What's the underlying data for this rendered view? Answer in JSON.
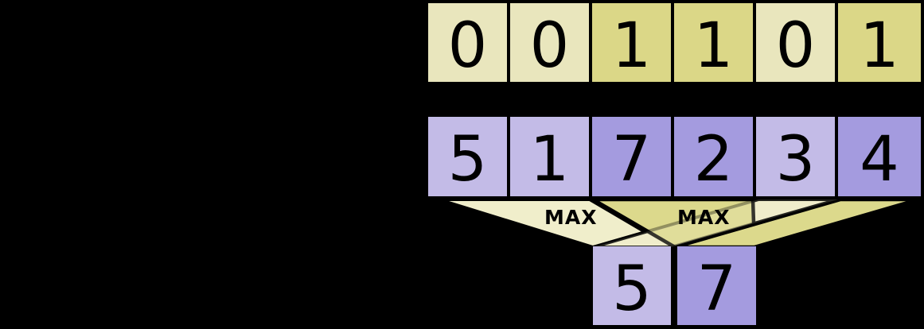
{
  "colors": {
    "background": "#000000",
    "mask_cell_off": "#e9e6bd",
    "mask_cell_on": "#dbd787",
    "value_cell_off": "#c3bbe7",
    "value_cell_on": "#a49bdf",
    "funnel_light": "#f0eecb",
    "funnel_dark": "#dcd98c",
    "outline": "#000000"
  },
  "mask_row": {
    "values": [
      "0",
      "0",
      "1",
      "1",
      "0",
      "1"
    ],
    "active_flags": [
      0,
      0,
      1,
      1,
      0,
      1
    ]
  },
  "value_row": {
    "values": [
      "5",
      "1",
      "7",
      "2",
      "3",
      "4"
    ],
    "active_flags": [
      0,
      0,
      1,
      1,
      0,
      1
    ]
  },
  "pooling": {
    "left_operator_label": "MAX",
    "right_operator_label": "MAX"
  },
  "result_row": {
    "values": [
      "5",
      "7"
    ],
    "active_flags": [
      0,
      1
    ]
  }
}
